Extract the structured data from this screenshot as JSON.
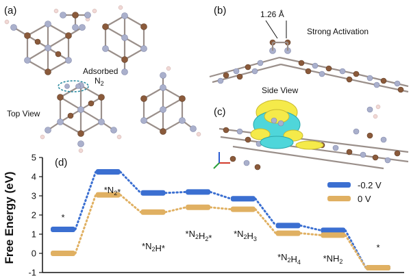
{
  "panels": {
    "a": {
      "label": "(a)",
      "top_view": "Top View",
      "adsorbed": "Adsorbed",
      "n2": "N",
      "n2_sub": "2"
    },
    "b": {
      "label": "(b)",
      "bond_length": "1.26 Å",
      "note": "Strong Activation"
    },
    "c": {
      "label": "(c)",
      "note": "Side View"
    },
    "d": {
      "label": "(d)"
    }
  },
  "chart_data": {
    "type": "line",
    "ylabel": "Free Energy (eV)",
    "ylim": [
      -1,
      5
    ],
    "yticks": [
      "-1",
      "0",
      "1",
      "2",
      "3",
      "4",
      "5"
    ],
    "states": [
      {
        "main": "*",
        "sub": ""
      },
      {
        "main": "*N2*",
        "sub": ""
      },
      {
        "main": "*N2H*",
        "sub": ""
      },
      {
        "main": "*N2H2*",
        "sub": ""
      },
      {
        "main": "*N2H3",
        "sub": ""
      },
      {
        "main": "*N2H4",
        "sub": ""
      },
      {
        "main": "*NH2",
        "sub": ""
      },
      {
        "main": "*",
        "sub": ""
      }
    ],
    "series": [
      {
        "name": "-0.2 V",
        "color": "#3b6fd1",
        "values": [
          1.25,
          4.25,
          3.15,
          3.2,
          2.85,
          1.45,
          1.2,
          -0.75
        ]
      },
      {
        "name": "0 V",
        "color": "#e0b062",
        "values": [
          0.0,
          3.05,
          2.15,
          2.4,
          2.3,
          1.05,
          0.95,
          -0.75
        ]
      }
    ],
    "legend_position": "right"
  }
}
